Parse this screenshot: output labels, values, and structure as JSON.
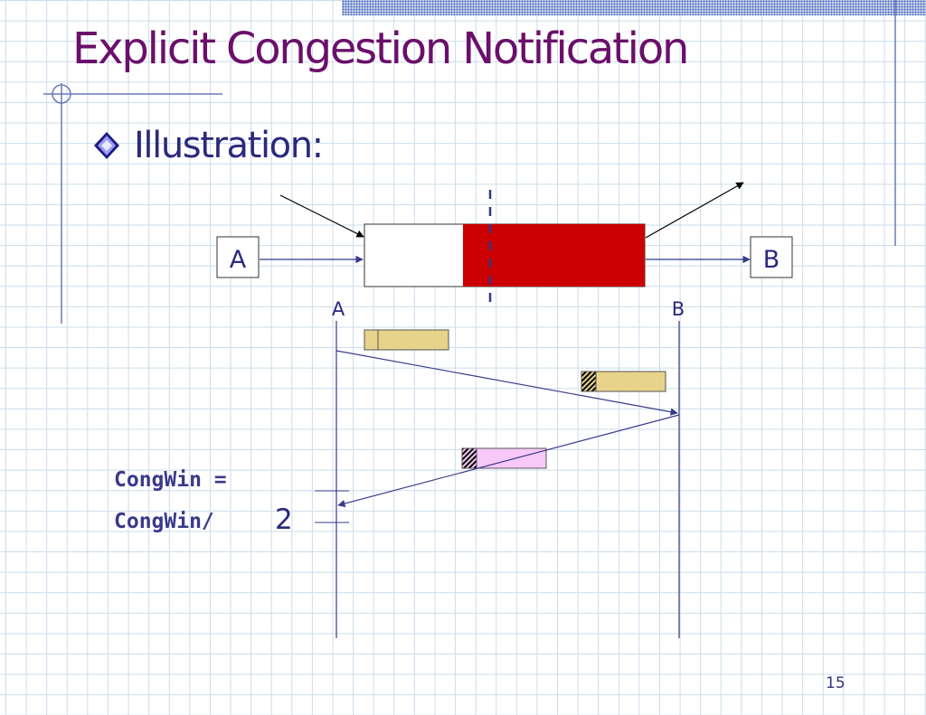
{
  "title": "Explicit Congestion Notification",
  "bullet": {
    "text": "Illustration:"
  },
  "diagram": {
    "sender": "A",
    "receiver": "B",
    "timeline_sender": "A",
    "timeline_receiver": "B",
    "congwin_line1": "CongWin =",
    "congwin_line2": "CongWin/",
    "congwin_divisor": "2"
  },
  "colors": {
    "title": "#6b0f6b",
    "text": "#2a2a7a",
    "queue_fill": "#cc0000",
    "packet_data": "#e8d38a",
    "packet_ack": "#f8c8f8",
    "grid": "#cbdcea"
  },
  "page_number": "15"
}
